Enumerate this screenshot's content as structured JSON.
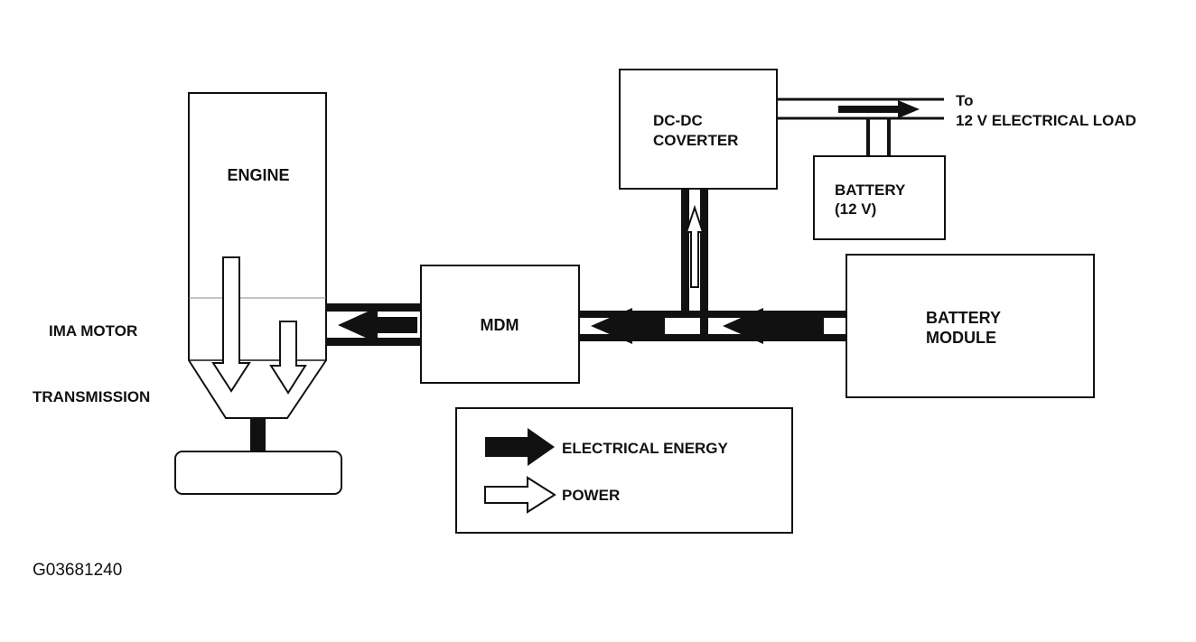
{
  "labels": {
    "engine": "ENGINE",
    "ima_motor": "IMA MOTOR",
    "transmission": "TRANSMISSION",
    "mdm": "MDM",
    "dcdc_line1": "DC-DC",
    "dcdc_line2": "COVERTER",
    "battery12_line1": "BATTERY",
    "battery12_line2": "(12 V)",
    "battery_module_line1": "BATTERY",
    "battery_module_line2": "MODULE",
    "load_line1": "To",
    "load_line2": "12 V ELECTRICAL LOAD"
  },
  "legend": {
    "electrical": "ELECTRICAL ENERGY",
    "power": "POWER"
  },
  "figure_id": "G03681240"
}
